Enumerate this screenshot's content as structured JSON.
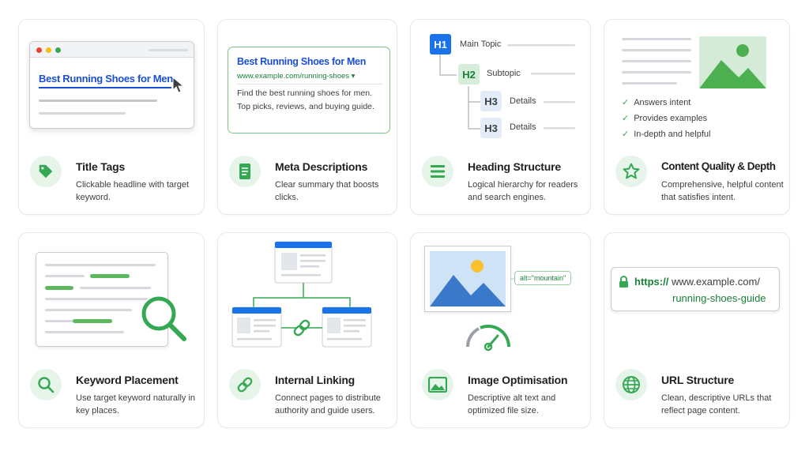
{
  "cards": [
    {
      "title": "Title Tags",
      "desc": "Clickable headline with target keyword.",
      "icon": "tag-icon",
      "browser_title": "Best Running Shoes for Men"
    },
    {
      "title": "Meta Descriptions",
      "desc": "Clear summary that boosts clicks.",
      "icon": "document-icon",
      "serp_title": "Best Running Shoes for Men",
      "serp_url": "www.example.com/running-shoes ▾",
      "serp_snippet": "Find the best running shoes for men. Top picks, reviews, and buying guide."
    },
    {
      "title": "Heading Structure",
      "desc": "Logical hierarchy for readers and search engines.",
      "icon": "list-icon",
      "headings": [
        {
          "tag": "H1",
          "label": "Main Topic"
        },
        {
          "tag": "H2",
          "label": "Subtopic"
        },
        {
          "tag": "H3",
          "label": "Details"
        },
        {
          "tag": "H3",
          "label": "Details"
        }
      ]
    },
    {
      "title": "Content Quality & Depth",
      "desc": "Comprehensive, helpful content that satisfies intent.",
      "icon": "star-icon",
      "checks": [
        "Answers intent",
        "Provides examples",
        "In-depth and helpful"
      ]
    },
    {
      "title": "Keyword Placement",
      "desc": "Use target keyword naturally in key places.",
      "icon": "search-icon"
    },
    {
      "title": "Internal Linking",
      "desc": "Connect pages to distribute authority and guide users.",
      "icon": "link-icon"
    },
    {
      "title": "Image Optimisation",
      "desc": "Descriptive alt text and optimized file size.",
      "icon": "image-icon",
      "alt_tag": "alt=\"mountain\""
    },
    {
      "title": "URL Structure",
      "desc": "Clean, descriptive URLs that reflect page content.",
      "icon": "globe-icon",
      "url_scheme": "https://",
      "url_domain": "www.example.com/",
      "url_path": "running-shoes-guide"
    }
  ],
  "colors": {
    "accent_green": "#34a853",
    "link_blue": "#1a4fd6",
    "icon_bg": "#e6f4ea",
    "card_border": "#e6e8eb"
  }
}
